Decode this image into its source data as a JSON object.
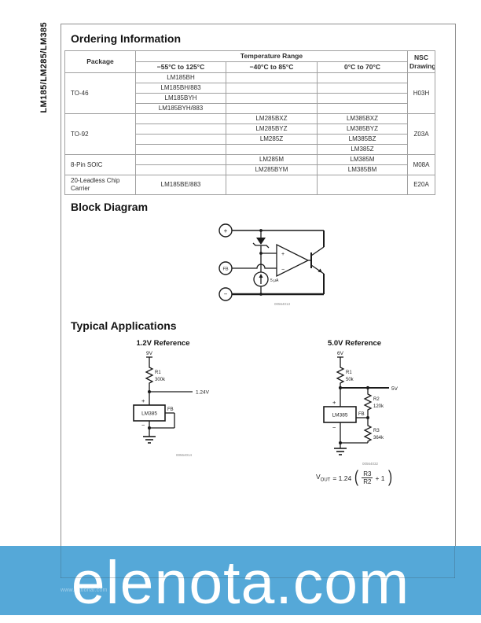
{
  "page": {
    "side_title": "LM185/LM285/LM385",
    "footer_site": "www.national.com"
  },
  "sections": {
    "ordering": "Ordering Information",
    "block_diagram": "Block Diagram",
    "typical_apps": "Typical Applications"
  },
  "ordering_table": {
    "col_package": "Package",
    "col_temp": "Temperature Range",
    "col_nsc_line1": "NSC",
    "col_nsc_line2": "Drawing",
    "temp_cols": [
      "−55°C to 125°C",
      "−40°C to 85°C",
      "0°C to 70°C"
    ],
    "groups": [
      {
        "package": "TO-46",
        "nsc": "H03H",
        "rows": [
          [
            "LM185BH",
            "",
            ""
          ],
          [
            "LM185BH/883",
            "",
            ""
          ],
          [
            "LM185BYH",
            "",
            ""
          ],
          [
            "LM185BYH/883",
            "",
            ""
          ]
        ]
      },
      {
        "package": "TO-92",
        "nsc": "Z03A",
        "rows": [
          [
            "",
            "LM285BXZ",
            "LM385BXZ"
          ],
          [
            "",
            "LM285BYZ",
            "LM385BYZ"
          ],
          [
            "",
            "LM285Z",
            "LM385BZ"
          ],
          [
            "",
            "",
            "LM385Z"
          ]
        ]
      },
      {
        "package": "8-Pin SOIC",
        "nsc": "M08A",
        "rows": [
          [
            "",
            "LM285M",
            "LM385M"
          ],
          [
            "",
            "LM285BYM",
            "LM385BM"
          ]
        ]
      },
      {
        "package": "20-Leadless Chip Carrier",
        "nsc": "E20A",
        "rows": [
          [
            "LM185BE/883",
            "",
            ""
          ]
        ]
      }
    ]
  },
  "block_diagram": {
    "terminal_top": "+",
    "terminal_mid": "FB",
    "terminal_bot": "−",
    "opamp_plus": "+",
    "opamp_minus": "−",
    "current_label": "5 μA",
    "fig_code": "00564013"
  },
  "app1": {
    "title": "1.2V Reference",
    "supply": "9V",
    "r1": "R1",
    "r1_val": "300k",
    "vout": "1.24V",
    "plus": "+",
    "minus": "−",
    "chip": "LM385",
    "fb": "FB",
    "fig_code": "00564014"
  },
  "app2": {
    "title": "5.0V Reference",
    "supply": "6V",
    "out": "5V",
    "r1": "R1",
    "r1_val": "50k",
    "r2": "R2",
    "r2_val": "120k",
    "r3": "R3",
    "r3_val": "364k",
    "plus": "+",
    "minus": "−",
    "chip": "LM385",
    "fb": "FB",
    "fig_code": "00564032",
    "formula_lhs": "V",
    "formula_lhs_sub": "OUT",
    "formula_eq": "= 1.24",
    "paren_l": "(",
    "paren_r": ")",
    "frac_num": "R3",
    "frac_den": "R2",
    "formula_post": "+ 1"
  },
  "watermark": {
    "text": "elenota.com",
    "bg": "#55a8d8"
  }
}
